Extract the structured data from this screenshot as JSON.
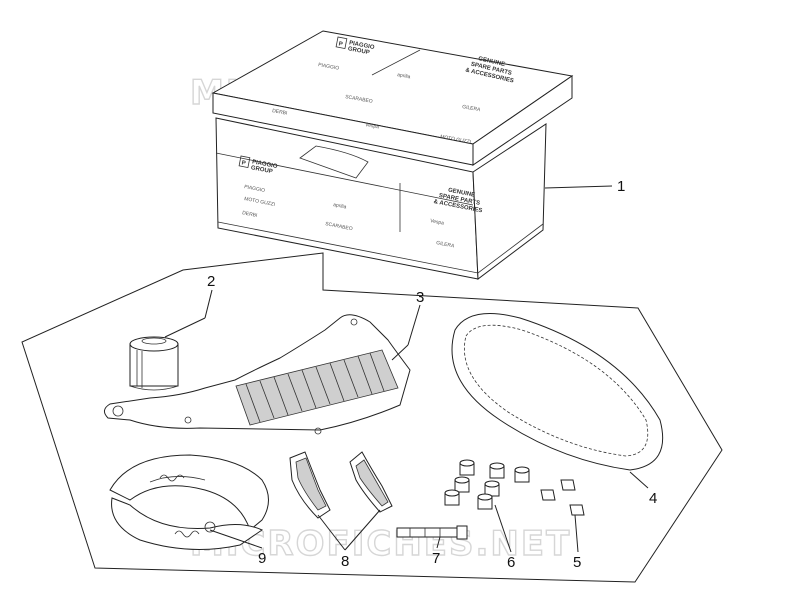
{
  "watermark": "MICROFICHES.NET",
  "box": {
    "brand_letter": "P",
    "brand_line1": "PIAGGIO",
    "brand_line2": "GROUP",
    "heading_line1": "GENUINE",
    "heading_line2": "SPARE PARTS",
    "heading_line3": "& ACCESSORIES",
    "logos": [
      "PIAGGIO",
      "aprilia",
      "SCARABEO",
      "DERBI",
      "Vespa",
      "GILERA",
      "MOTO GUZZI"
    ]
  },
  "callouts": [
    "1",
    "2",
    "3",
    "4",
    "5",
    "6",
    "7",
    "8",
    "9"
  ]
}
